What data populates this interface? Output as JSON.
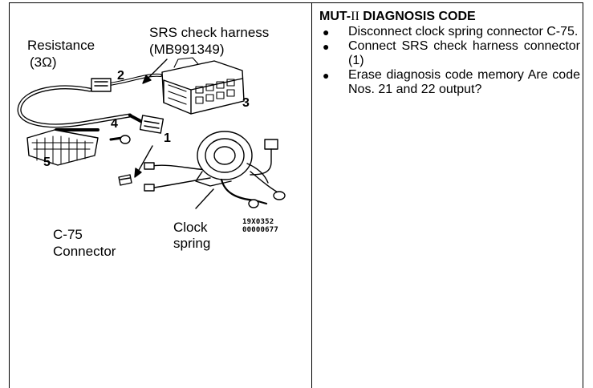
{
  "figure": {
    "labels": {
      "resistance": "Resistance",
      "resistance_value": "(3Ω)",
      "harness": "SRS check harness",
      "harness_part": "(MB991349)",
      "connector_id": "C-75",
      "connector_word": "Connector",
      "clock": "Clock",
      "spring": "spring"
    },
    "callouts": [
      "1",
      "2",
      "3",
      "4",
      "5"
    ],
    "codes": [
      "19X0352",
      "00000677"
    ]
  },
  "section": {
    "title_prefix": "MUT-",
    "title_roman": "II",
    "title_suffix": " DIAGNOSIS CODE",
    "steps": [
      "Disconnect clock spring connector C-75.",
      "Connect SRS check harness connector (1)",
      "Erase diagnosis code memory Are code Nos. 21 and 22 output?"
    ]
  }
}
